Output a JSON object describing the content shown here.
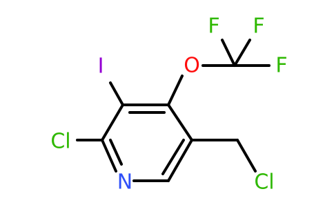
{
  "molecule": {
    "atoms": {
      "iodine": "I",
      "oxygen": "O",
      "fluorine_1": "F",
      "fluorine_2": "F",
      "fluorine_3": "F",
      "chlorine_ring": "Cl",
      "chlorine_methyl": "Cl",
      "nitrogen": "N"
    },
    "colors": {
      "bond": "#000000",
      "iodine": "#9400d3",
      "oxygen": "#ff0d0d",
      "fluorine": "#2eb800",
      "chlorine": "#2eb800",
      "nitrogen": "#3050f8"
    }
  }
}
